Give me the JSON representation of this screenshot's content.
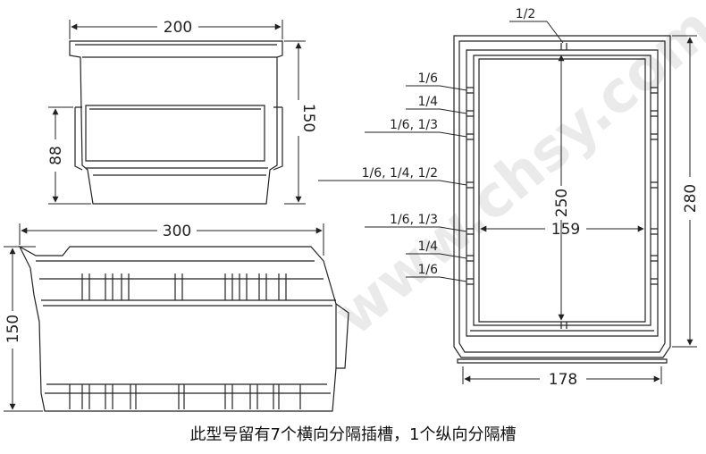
{
  "watermark": "www.chsy.com",
  "front_view": {
    "width_label": "200",
    "height_label": "150",
    "inner_height_label": "88"
  },
  "side_view": {
    "width_label": "300",
    "height_label": "150"
  },
  "top_view": {
    "depth_label": "250",
    "outer_depth_label": "280",
    "inner_width_label": "159",
    "outer_width_label": "178",
    "top_label": "1/2",
    "slot_labels": [
      "1/6",
      "1/4",
      "1/6, 1/3",
      "1/6, 1/4, 1/2",
      "1/6, 1/3",
      "1/4",
      "1/6"
    ]
  },
  "caption": "此型号留有7个横向分隔插槽，1个纵向分隔槽"
}
